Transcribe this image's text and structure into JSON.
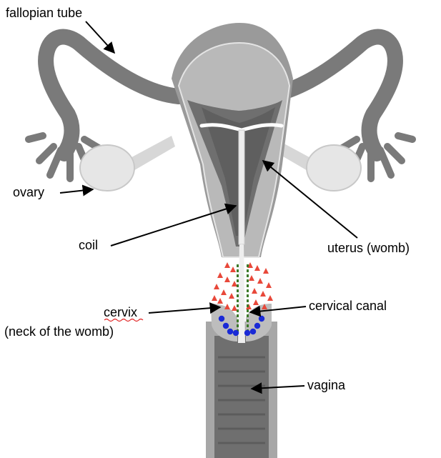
{
  "labels": {
    "fallopian_tube": "fallopian tube",
    "ovary": "ovary",
    "coil": "coil",
    "uterus": "uterus (womb)",
    "cervix": "cervix",
    "cervix_sub": "(neck of the womb)",
    "cervical_canal": "cervical canal",
    "vagina": "vagina"
  },
  "colors": {
    "tissue_dark": "#6f6f6f",
    "tissue_mid": "#8c8c8c",
    "tissue_light": "#b4b4b4",
    "cavity_light": "#dedede",
    "ovary": "#e6e6e6",
    "mucus_triangle": "#e8483a",
    "mucus_dash": "#3d7a2a",
    "mucus_dot": "#1a2ad6",
    "spellcheck_underline": "#e02020"
  },
  "icons": {
    "annotation_arrow": "arrow-icon"
  }
}
